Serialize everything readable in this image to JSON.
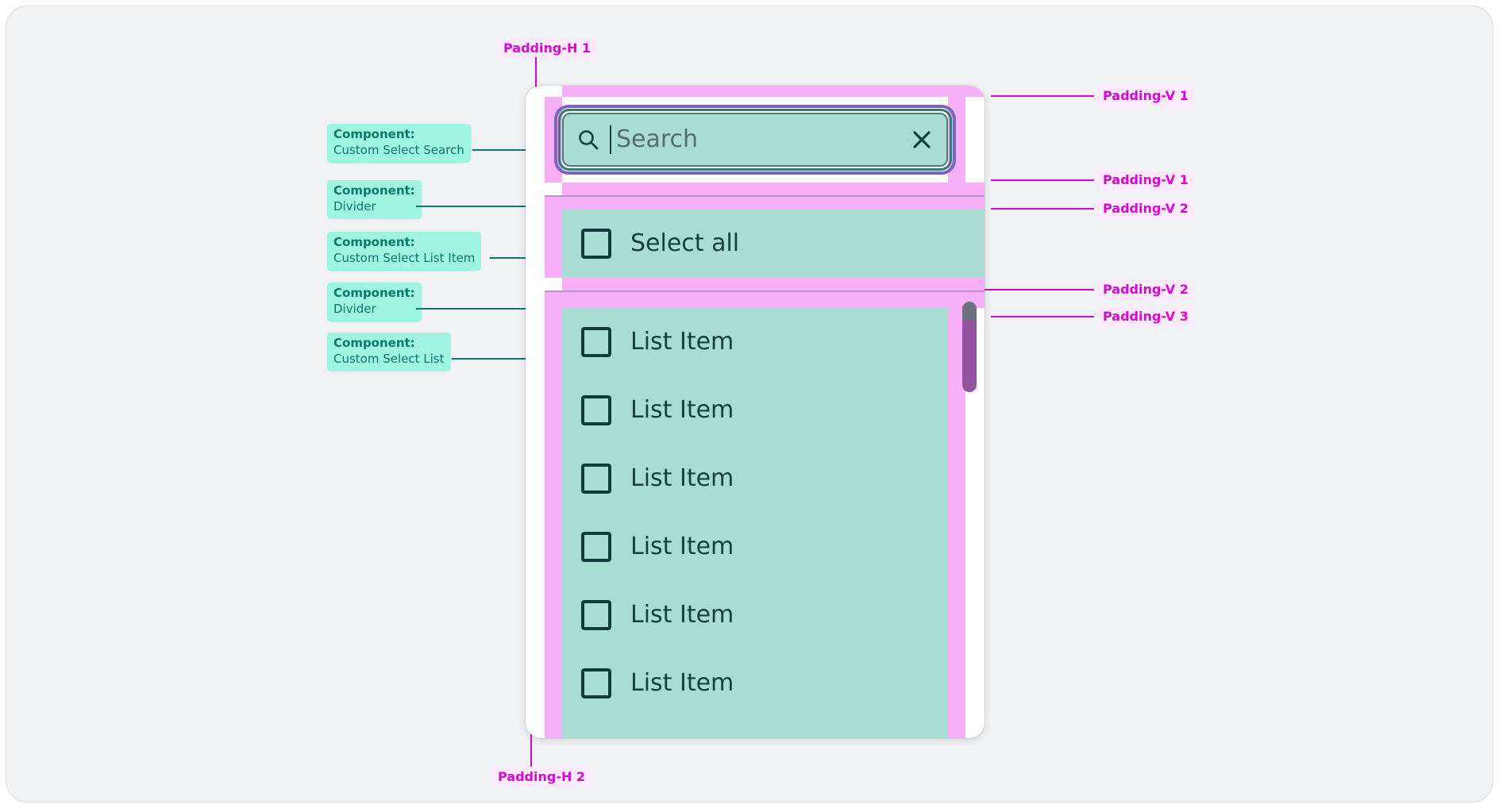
{
  "canvas": {
    "background_color": "#f1f2f4",
    "page_background": "#ffffff"
  },
  "palette": {
    "mint_content": "#a9dcd3",
    "pink_padding": "#f7aff7",
    "annotation_teal_bg": "#9ff5e0",
    "annotation_teal_text": "#0c7a6b",
    "annotation_pink_bg": "#fdeafd",
    "annotation_pink_text": "#d40ad4",
    "focus_ring_purple": "#7c63bd",
    "divider_purple": "#a487c0",
    "checkbox_border": "#103c3c",
    "text_dark_teal": "#16403f",
    "placeholder_text": "#53706f",
    "scrollbar_thumb": "#94539e",
    "scrollbar_thumb_top": "#6b7280",
    "card_background": "#ffffff"
  },
  "card": {
    "search": {
      "placeholder": "Search",
      "value": "",
      "search_icon": "search-icon",
      "clear_icon": "close-icon",
      "caret_visible": true,
      "focused": true
    },
    "select_all": {
      "label": "Select all",
      "checked": false
    },
    "list_items": [
      {
        "label": "List Item",
        "checked": false
      },
      {
        "label": "List Item",
        "checked": false
      },
      {
        "label": "List Item",
        "checked": false
      },
      {
        "label": "List Item",
        "checked": false
      },
      {
        "label": "List Item",
        "checked": false
      },
      {
        "label": "List Item",
        "checked": false
      }
    ],
    "scrollbar": {
      "visible": true
    }
  },
  "annotations": {
    "components": [
      {
        "prefix": "Component:",
        "name": "Custom Select Search"
      },
      {
        "prefix": "Component:",
        "name": "Divider"
      },
      {
        "prefix": "Component:",
        "name": "Custom Select List Item"
      },
      {
        "prefix": "Component:",
        "name": "Divider"
      },
      {
        "prefix": "Component:",
        "name": "Custom Select List"
      }
    ],
    "paddings_horizontal": [
      {
        "label": "Padding-H 1"
      },
      {
        "label": "Padding-H 2"
      }
    ],
    "paddings_vertical": [
      {
        "label": "Padding-V 1"
      },
      {
        "label": "Padding-V 1"
      },
      {
        "label": "Padding-V 2"
      },
      {
        "label": "Padding-V 2"
      },
      {
        "label": "Padding-V 3"
      }
    ]
  }
}
